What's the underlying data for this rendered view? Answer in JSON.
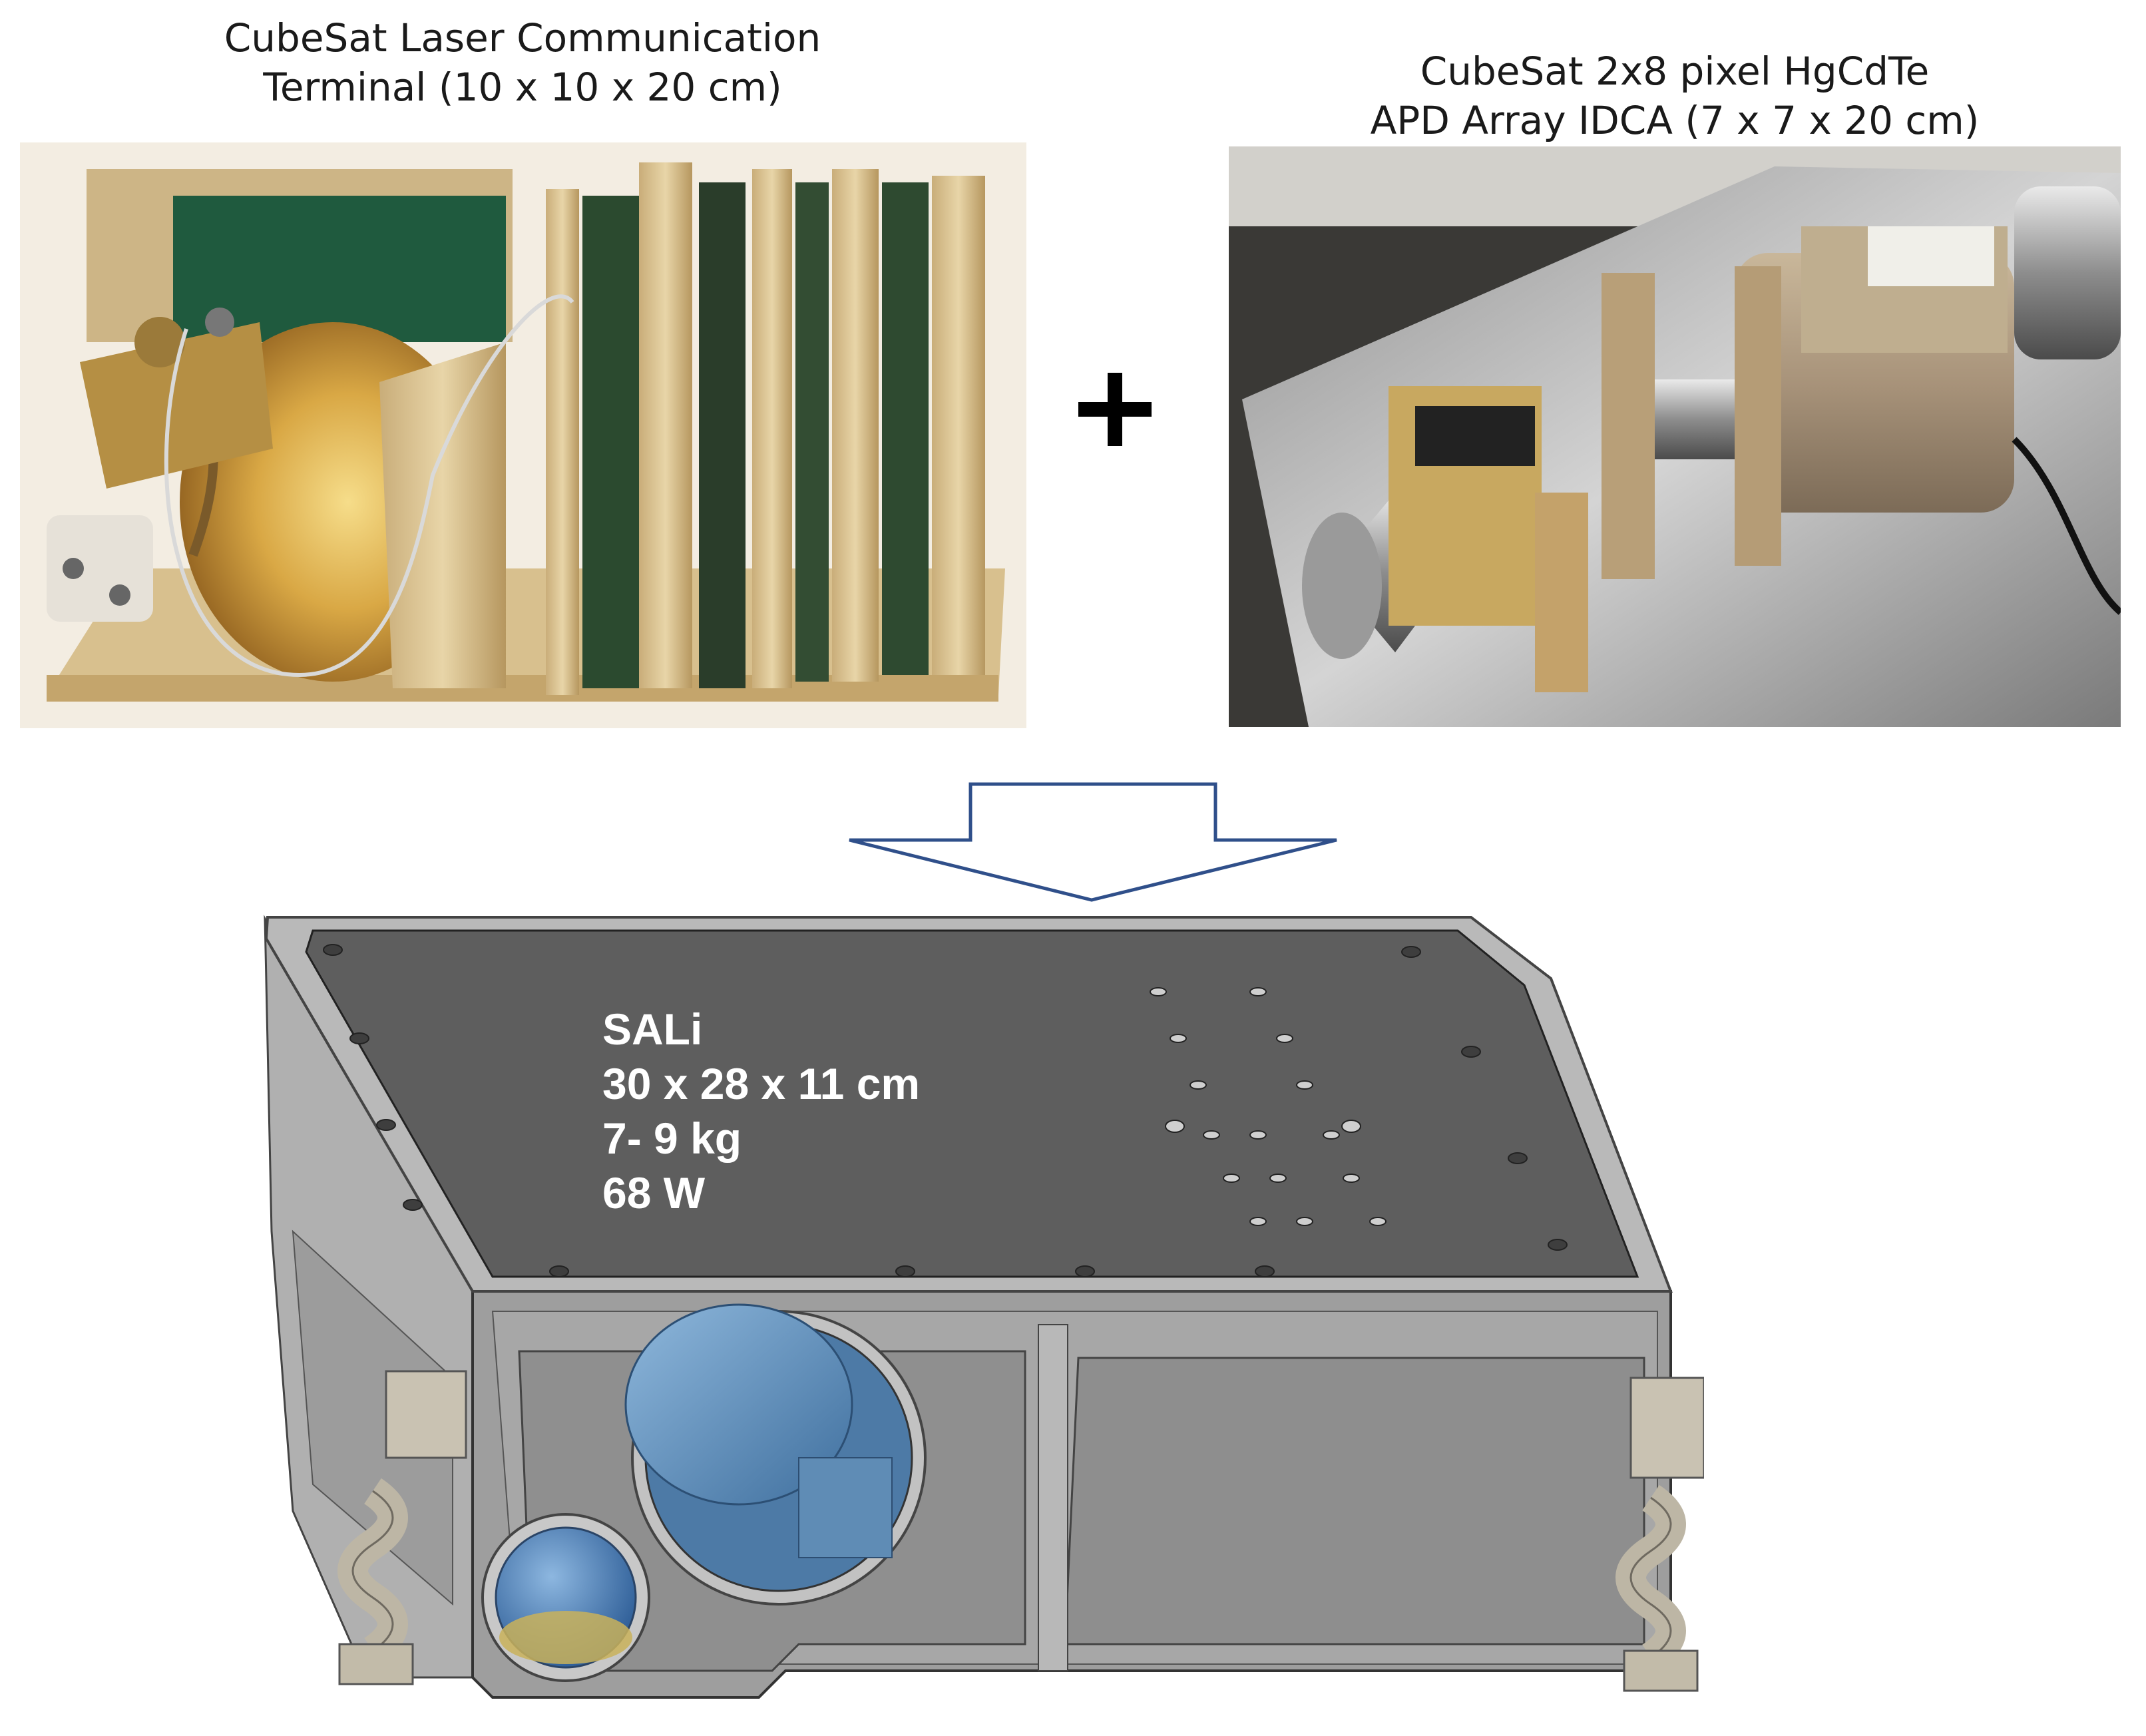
{
  "left_component": {
    "caption_lines": [
      "CubeSat Laser Communication",
      "Terminal (10 x 10 x 20 cm)"
    ]
  },
  "right_component": {
    "caption_lines": [
      "CubeSat 2x8 pixel HgCdTe",
      "APD Array IDCA (7 x 7 x 20 cm)"
    ]
  },
  "combine_symbol": "plus-icon",
  "flow_symbol": "down-arrow-icon",
  "instrument": {
    "name": "SALi",
    "dimensions": "30 x 28 x 11 cm",
    "mass": "7- 9 kg",
    "power": "68 W"
  },
  "colors": {
    "arrow_outline": "#2f4f8a",
    "lid": "#5c5c5c",
    "body": "#9a9a9a",
    "lens": "#5b8fbe",
    "gold": "#d4a84a"
  }
}
